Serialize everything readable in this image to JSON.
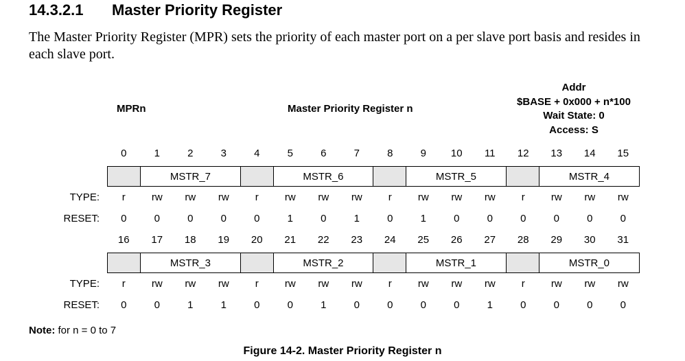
{
  "section": {
    "number": "14.3.2.1",
    "title": "Master Priority Register",
    "intro": "The Master Priority Register (MPR) sets the priority of each master port on a per slave port basis and resides in each slave port."
  },
  "register": {
    "short_name": "MPRn",
    "long_name": "Master Priority Register n",
    "addr_lines": [
      "Addr",
      "$BASE + 0x000 + n*100",
      "Wait State: 0",
      "Access: S"
    ],
    "type_label": "TYPE:",
    "reset_label": "RESET:",
    "upper": {
      "bit_numbers": [
        "0",
        "1",
        "2",
        "3",
        "4",
        "5",
        "6",
        "7",
        "8",
        "9",
        "10",
        "11",
        "12",
        "13",
        "14",
        "15"
      ],
      "fields": [
        {
          "label": "",
          "bits": 1,
          "reserved": true
        },
        {
          "label": "MSTR_7",
          "bits": 3,
          "reserved": false
        },
        {
          "label": "",
          "bits": 1,
          "reserved": true
        },
        {
          "label": "MSTR_6",
          "bits": 3,
          "reserved": false
        },
        {
          "label": "",
          "bits": 1,
          "reserved": true
        },
        {
          "label": "MSTR_5",
          "bits": 3,
          "reserved": false
        },
        {
          "label": "",
          "bits": 1,
          "reserved": true
        },
        {
          "label": "MSTR_4",
          "bits": 3,
          "reserved": false
        }
      ],
      "types": [
        "r",
        "rw",
        "rw",
        "rw",
        "r",
        "rw",
        "rw",
        "rw",
        "r",
        "rw",
        "rw",
        "rw",
        "r",
        "rw",
        "rw",
        "rw"
      ],
      "resets": [
        "0",
        "0",
        "0",
        "0",
        "0",
        "1",
        "0",
        "1",
        "0",
        "1",
        "0",
        "0",
        "0",
        "0",
        "0",
        "0"
      ]
    },
    "lower": {
      "bit_numbers": [
        "16",
        "17",
        "18",
        "19",
        "20",
        "21",
        "22",
        "23",
        "24",
        "25",
        "26",
        "27",
        "28",
        "29",
        "30",
        "31"
      ],
      "fields": [
        {
          "label": "",
          "bits": 1,
          "reserved": true
        },
        {
          "label": "MSTR_3",
          "bits": 3,
          "reserved": false
        },
        {
          "label": "",
          "bits": 1,
          "reserved": true
        },
        {
          "label": "MSTR_2",
          "bits": 3,
          "reserved": false
        },
        {
          "label": "",
          "bits": 1,
          "reserved": true
        },
        {
          "label": "MSTR_1",
          "bits": 3,
          "reserved": false
        },
        {
          "label": "",
          "bits": 1,
          "reserved": true
        },
        {
          "label": "MSTR_0",
          "bits": 3,
          "reserved": false
        }
      ],
      "types": [
        "r",
        "rw",
        "rw",
        "rw",
        "r",
        "rw",
        "rw",
        "rw",
        "r",
        "rw",
        "rw",
        "rw",
        "r",
        "rw",
        "rw",
        "rw"
      ],
      "resets": [
        "0",
        "0",
        "1",
        "1",
        "0",
        "0",
        "1",
        "0",
        "0",
        "0",
        "0",
        "1",
        "0",
        "0",
        "0",
        "0"
      ]
    }
  },
  "note": {
    "label": "Note:",
    "text": " for n = 0 to 7"
  },
  "caption": "Figure 14-2. Master Priority Register n"
}
